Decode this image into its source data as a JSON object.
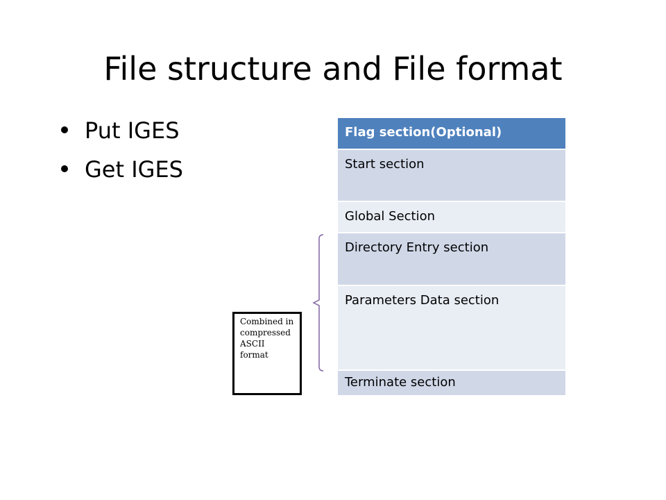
{
  "slide": {
    "title": "File structure and File format",
    "bullets": [
      "Put IGES",
      "Get IGES"
    ],
    "sections": [
      "Flag section(Optional)",
      "Start section",
      "Global Section",
      "Directory Entry section",
      "Parameters Data section",
      "Terminate section"
    ],
    "note": "Combined in compressed ASCII format"
  },
  "colors": {
    "header": "#4f81bd",
    "row_dark": "#d0d8e8",
    "row_light": "#e9edf4",
    "bracket": "#8064a2"
  }
}
